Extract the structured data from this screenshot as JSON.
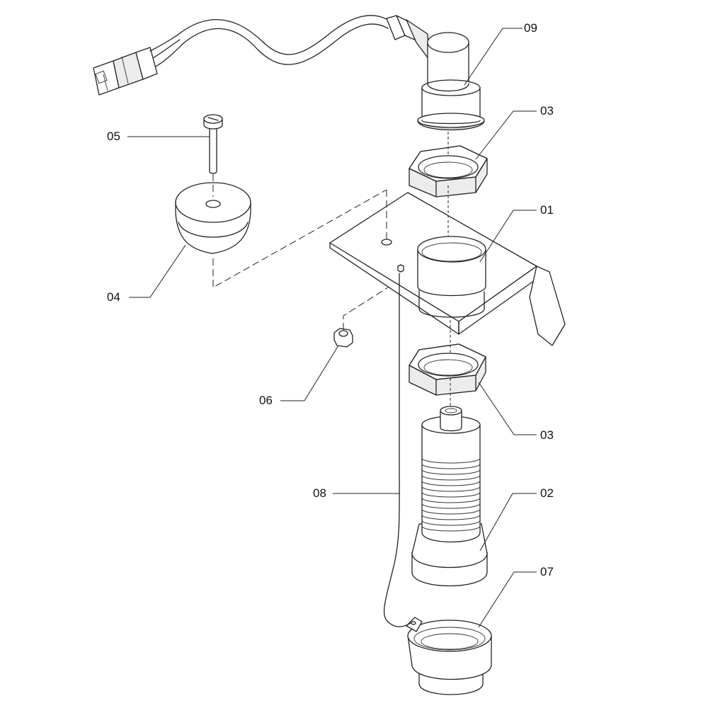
{
  "callouts": [
    {
      "id": "09",
      "label": "09"
    },
    {
      "id": "03a",
      "label": "03"
    },
    {
      "id": "05",
      "label": "05"
    },
    {
      "id": "01",
      "label": "01"
    },
    {
      "id": "04",
      "label": "04"
    },
    {
      "id": "06",
      "label": "06"
    },
    {
      "id": "03b",
      "label": "03"
    },
    {
      "id": "08",
      "label": "08"
    },
    {
      "id": "02",
      "label": "02"
    },
    {
      "id": "07",
      "label": "07"
    }
  ],
  "colors": {
    "line": "#222222",
    "background": "#ffffff",
    "shade": "#ececec"
  }
}
